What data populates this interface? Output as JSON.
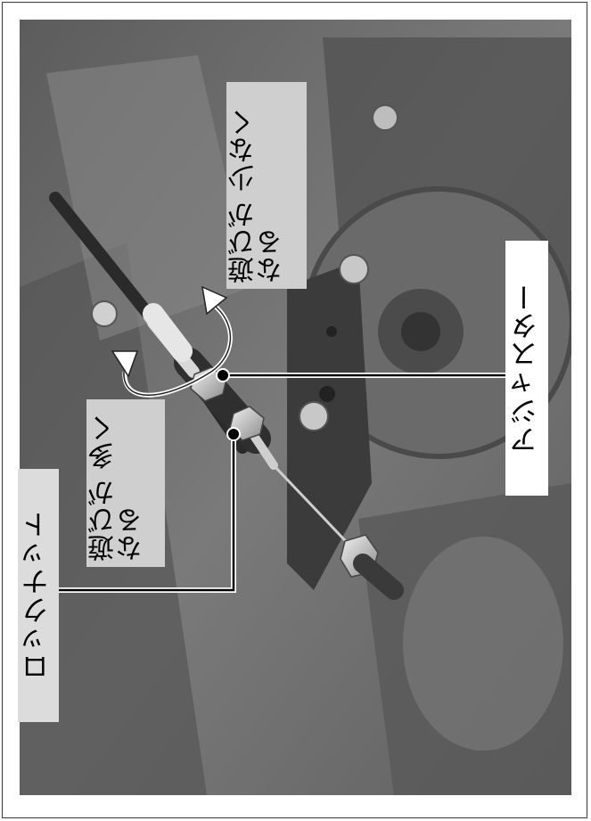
{
  "labels": {
    "lock_nut": "ロックナット",
    "play_more_line1": "遊びが",
    "play_more_line2": "多くなる",
    "play_less_line1": "遊びが",
    "play_less_line2": "少なくなる",
    "adjuster": "アジャスター"
  },
  "colors": {
    "photo_background": "#6d6d6d",
    "label_background": "#cfcfcf",
    "leader_line": "#000000",
    "arrow": "#ffffff"
  },
  "icons": {
    "rotation_arrows": "curved-rotation-arrows-icon"
  }
}
